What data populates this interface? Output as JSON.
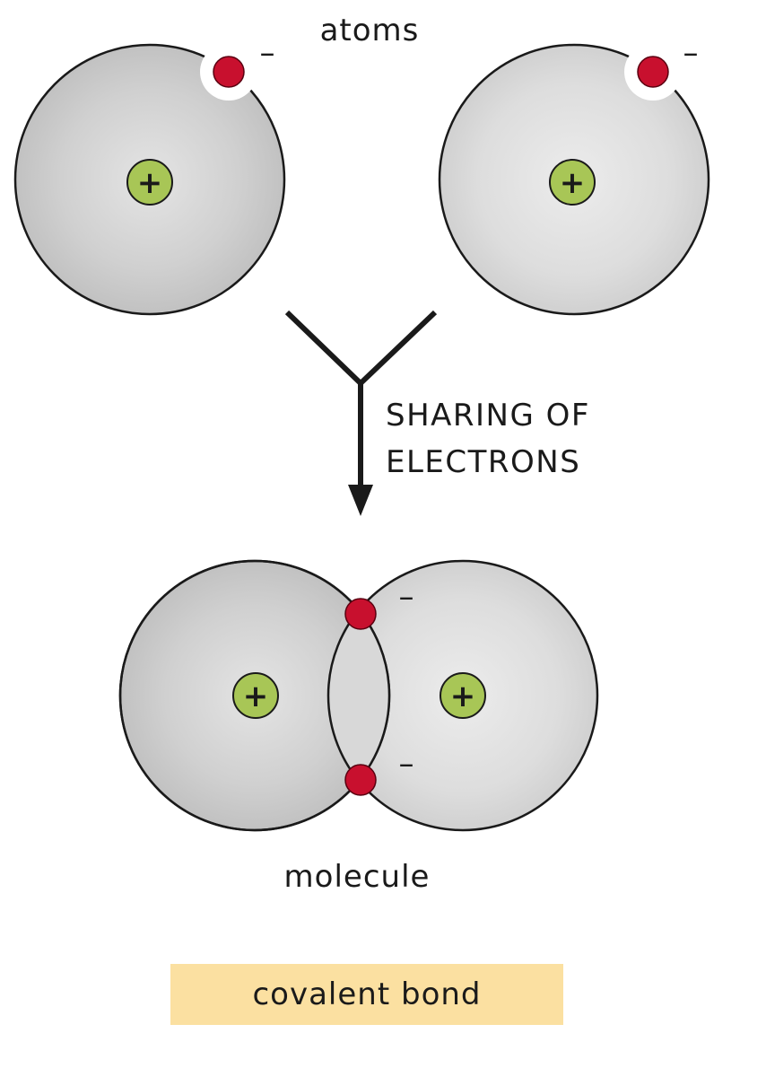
{
  "labels": {
    "atoms": "atoms",
    "process_line1": "SHARING OF",
    "process_line2": "ELECTRONS",
    "molecule": "molecule",
    "caption": "covalent bond"
  },
  "symbols": {
    "nucleus_charge": "+",
    "electron_charge": "–"
  },
  "colors": {
    "electron": "#c8102e",
    "nucleus": "#a8c656",
    "atom_shell": "#d6d6d6",
    "caption_background": "#fbe0a1"
  }
}
